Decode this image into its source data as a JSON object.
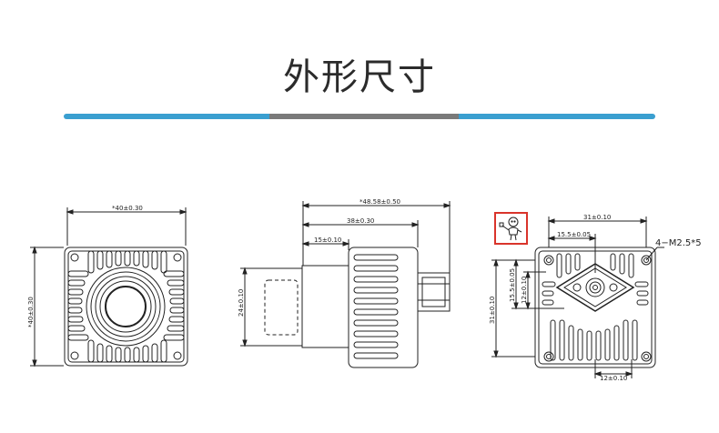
{
  "header": {
    "title": "外形尺寸"
  },
  "front_view": {
    "width_dim": "*40±0.30",
    "height_dim": "*40±0.30"
  },
  "side_view": {
    "overall_dim": "*48.58±0.50",
    "body_dim": "38±0.30",
    "lens_dim": "15±0.10",
    "lens_height_dim": "24±0.10"
  },
  "back_view": {
    "hole_spacing_top": "31±0.10",
    "inner_spacing_top": "15.5±0.05",
    "hole_label": "4−M2.5*5",
    "left_outer": "15.5±0.05",
    "left_inner": "12±0.10",
    "left_total": "31±0.10",
    "bottom_dim": "12±0.10"
  },
  "icons": {
    "warning_icon": "child-safety-icon"
  },
  "colors": {
    "accent": "#3a9fd0",
    "divider_mid": "#7a7a7a",
    "warning_border": "#d9342b"
  }
}
